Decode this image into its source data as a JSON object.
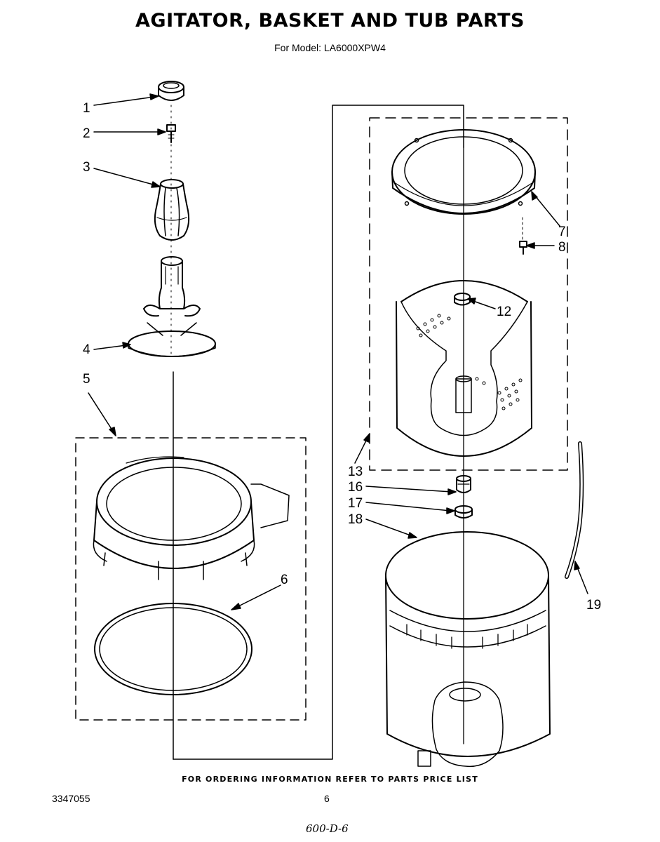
{
  "header": {
    "title": "AGITATOR, BASKET AND TUB PARTS",
    "subtitle": "For Model: LA6000XPW4"
  },
  "callouts": [
    "1",
    "2",
    "3",
    "4",
    "5",
    "6",
    "7",
    "8",
    "12",
    "13",
    "16",
    "17",
    "18",
    "19"
  ],
  "footer": {
    "note": "FOR ORDERING INFORMATION REFER TO PARTS PRICE LIST",
    "doc_number": "3347055",
    "page_number": "6",
    "handwritten": "600-D-6"
  }
}
